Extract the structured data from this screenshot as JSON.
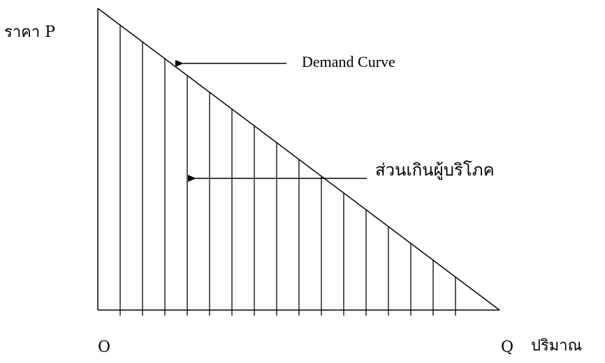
{
  "labels": {
    "price_axis": "ราคา P",
    "demand_curve": "Demand Curve",
    "consumer_surplus": "ส่วนเกินผู้บริโภค",
    "origin": "O",
    "quantity_symbol": "Q",
    "quantity_axis": "ปริมาณ"
  },
  "hatch_count": 16,
  "colors": {
    "line": "#000000",
    "background": "#ffffff"
  }
}
